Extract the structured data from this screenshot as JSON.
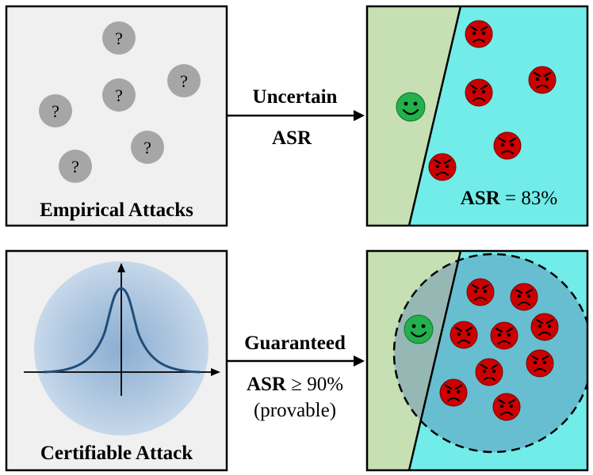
{
  "top_row": {
    "left_panel": {
      "caption": "Empirical Attacks",
      "unknown_glyph": "?"
    },
    "arrow": {
      "line1": "Uncertain",
      "line2": "ASR"
    },
    "right_panel": {
      "asr_bold": "ASR",
      "asr_rest": " = 83%"
    }
  },
  "bottom_row": {
    "left_panel": {
      "caption": "Certifiable Attack"
    },
    "arrow": {
      "line1": "Guaranteed",
      "asr_bold": "ASR",
      "asr_rest": " ≥ 90%",
      "line3": "(provable)"
    },
    "right_panel": {}
  },
  "colors": {
    "panel_bg": "#f0f0f0",
    "benign_region": "#c6e0b4",
    "adversarial_region": "#72ece8",
    "angry_face": "#cc0000",
    "happy_face": "#22b14c",
    "unknown_marker": "#a6a6a6",
    "gaussian_curve": "#1f4e79",
    "certified_ball": "#5b87b5"
  },
  "icons": {
    "unknown": "question-mark-circle-icon",
    "benign": "smiley-face-icon",
    "adversarial": "angry-face-icon"
  }
}
